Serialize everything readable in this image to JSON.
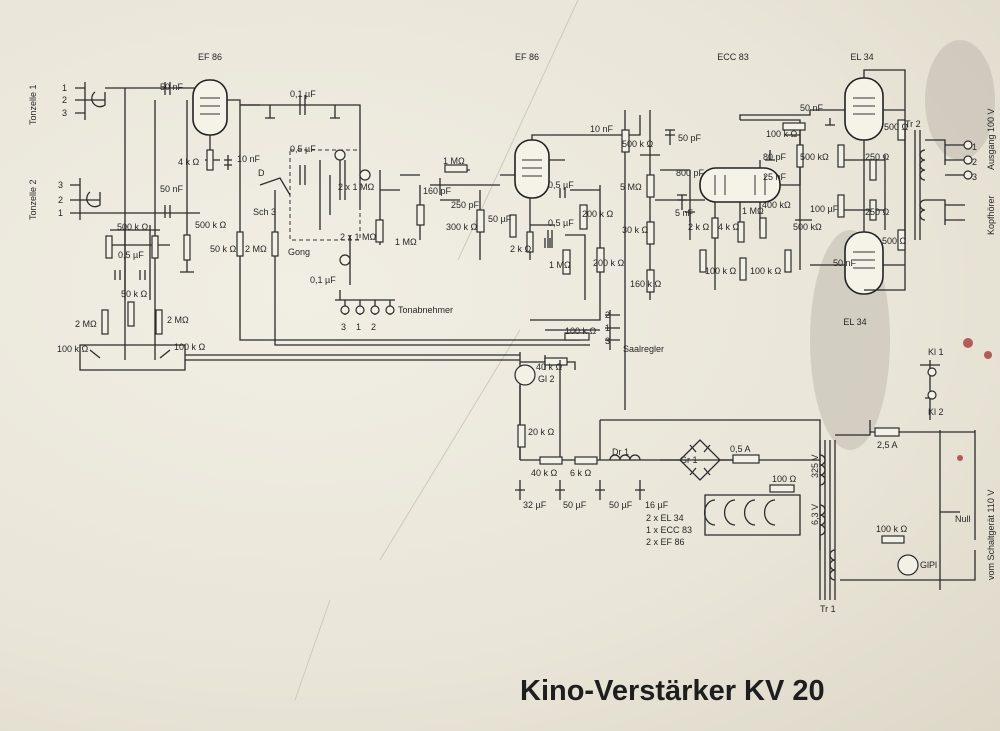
{
  "title": "Kino-Verstärker KV 20",
  "tubes": {
    "v1": "EF 86",
    "v2": "EF 86",
    "v3": "ECC 83",
    "v4": "EL 34",
    "v5": "EL 34"
  },
  "inputs": {
    "tonzelle1": "Tonzelle 1",
    "tonzelle2": "Tonzelle 2",
    "pin1": "1",
    "pin2": "2",
    "pin3": "3"
  },
  "connectors": {
    "tonabnehmer": "Tonabnehmer",
    "saalregler": "Saalregler",
    "ausgang": "Ausgang 100 V",
    "kopfhoerer": "Kopfhörer",
    "schaltgeraet": "vom Schaltgerät 110 V",
    "gong": "Gong",
    "sch3": "Sch 3",
    "null": "Null",
    "kl1": "Kl 1",
    "kl2": "Kl 2",
    "tr1": "Tr 1",
    "tr2": "Tr 2",
    "gr1": "Gr 1",
    "gl2": "Gl 2",
    "glpl": "GlPl",
    "dr1": "Dr 1",
    "v325": "325 V",
    "v63": "6,3 V",
    "f05": "0,5 A",
    "f25": "2,5 A"
  },
  "values": {
    "c50n": "50 nF",
    "c01u": "0,1 µF",
    "c05u": "0,5 µF",
    "c10n": "10 nF",
    "c160p": "160 pF",
    "c250p": "250 pF",
    "c50u": "50 µF",
    "c50p": "50 pF",
    "c800p": "800 pF",
    "c5n": "5 nF",
    "c80p": "80 pF",
    "c25n": "25 nF",
    "c100u": "100 µF",
    "c32u": "32 µF",
    "c16u": "16 µF",
    "r4k": "4 k Ω",
    "r500k": "500 k Ω",
    "r50k": "50 k Ω",
    "r2M": "2 MΩ",
    "r1M": "1 MΩ",
    "r2x1M": "2 x 1 MΩ",
    "r300k": "300 k Ω",
    "r2k": "2 k Ω",
    "r200k": "200 k Ω",
    "r100k": "100 k Ω",
    "r500kO": "500 kΩ",
    "r5M": "5 MΩ",
    "r30k": "30 k Ω",
    "r160k": "160 k Ω",
    "r400k": "400 kΩ",
    "r500O": "500 Ω",
    "r250O": "250 Ω",
    "r40k": "40 k Ω",
    "r20k": "20 k Ω",
    "r6k": "6 k Ω",
    "r100O": "100 Ω"
  },
  "tube_list": [
    "2 x EL 34",
    "1 x ECC 83",
    "2 x EF 86"
  ]
}
